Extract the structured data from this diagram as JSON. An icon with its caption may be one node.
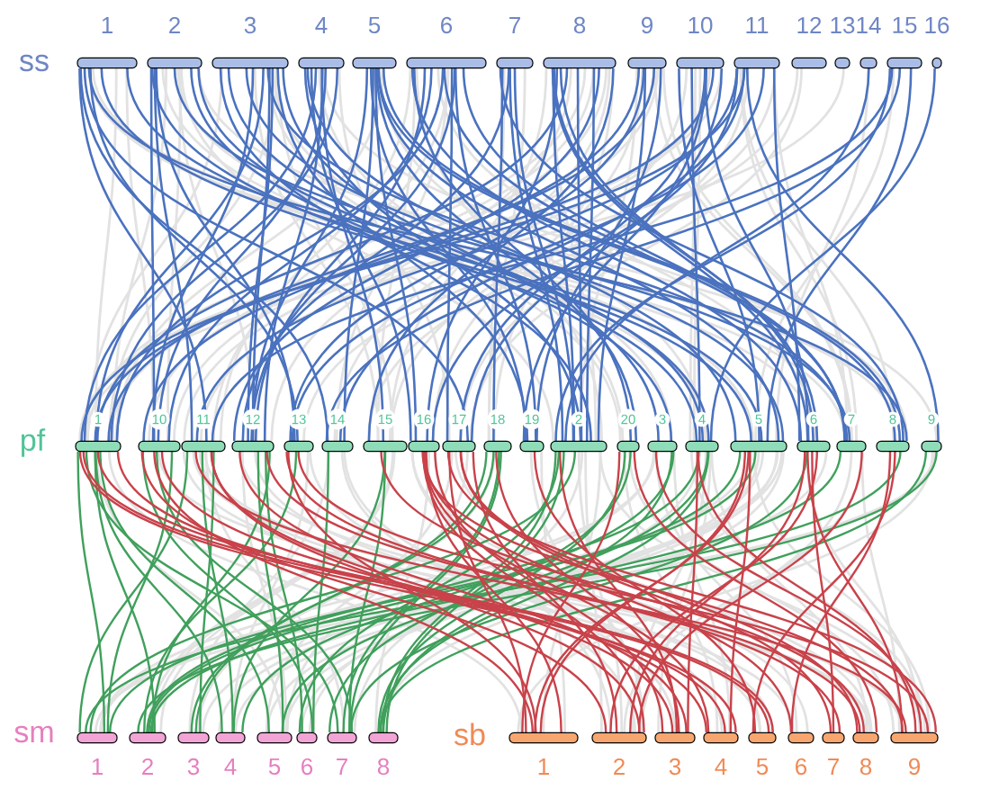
{
  "diagram": {
    "labels": [
      "ss",
      "1",
      "2",
      "3",
      "4",
      "5",
      "6",
      "7",
      "8",
      "9",
      "10",
      "11",
      "12",
      "13",
      "14",
      "15",
      "16",
      "pf",
      "1",
      "10",
      "11",
      "12",
      "13",
      "14",
      "15",
      "16",
      "17",
      "18",
      "19",
      "2",
      "20",
      "3",
      "4",
      "5",
      "6",
      "7",
      "8",
      "9",
      "sm",
      "sb",
      "1",
      "2",
      "3",
      "4",
      "5",
      "6",
      "7",
      "8",
      "1",
      "2",
      "3",
      "4",
      "5",
      "6",
      "7",
      "8",
      "9"
    ]
  }
}
